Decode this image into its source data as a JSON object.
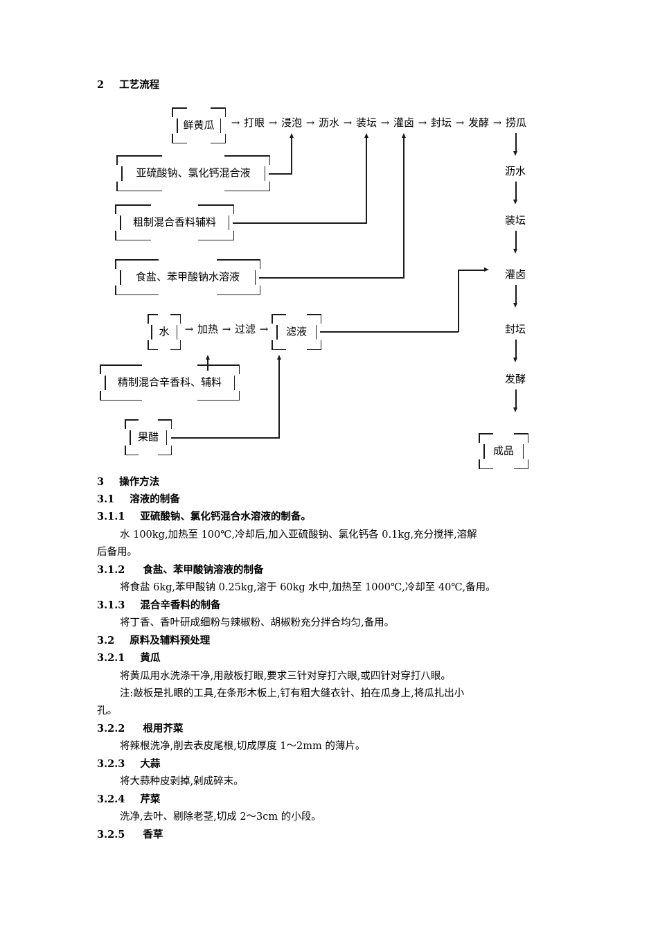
{
  "document": {
    "section2": {
      "number": "2",
      "title": "工艺流程"
    },
    "section3": {
      "number": "3",
      "title": "操作方法"
    }
  },
  "flowchart": {
    "main_line": {
      "start_box": "鲜黄瓜",
      "steps": [
        "打眼",
        "浸泡",
        "沥水",
        "装坛",
        "灌卤",
        "封坛",
        "发酵",
        "捞瓜"
      ]
    },
    "right_column": {
      "steps": [
        "沥水",
        "装坛",
        "灌卤",
        "封坛",
        "发酵"
      ],
      "end_box": "成品"
    },
    "input_boxes": [
      {
        "label": "亚硫酸钠、氯化钙混合液",
        "feeds": "浸泡"
      },
      {
        "label": "粗制混合香料辅料",
        "feeds": "装坛"
      },
      {
        "label": "食盐、苯甲酸钠水溶液",
        "feeds": "灌卤"
      },
      {
        "label": "精制混合辛香科、辅料",
        "feeds": "加热"
      },
      {
        "label": "果醋",
        "feeds": "滤液"
      }
    ],
    "brine_line": {
      "start_box": "水",
      "steps": [
        "加热",
        "过滤"
      ],
      "end_box": "滤液"
    },
    "arrow_glyph": "→"
  },
  "body": {
    "s3_1": {
      "num": "3.1",
      "title": "溶液的制备"
    },
    "s3_1_1": {
      "num": "3.1.1",
      "title": "亚硫酸钠、氯化钙混合水溶液的制备。",
      "line1": "水 100kg,加热至 100℃,冷却后,加入亚硫酸钠、氯化钙各 0.1kg,充分搅拌,溶解",
      "line2": "后备用。"
    },
    "s3_1_2": {
      "num": "3.1.2",
      "title": "食盐、苯甲酸钠溶液的制备",
      "line1": "将食盐 6kg,苯甲酸钠 0.25kg,溶于 60kg 水中,加热至 1000℃,冷却至 40℃,备用。"
    },
    "s3_1_3": {
      "num": "3.1.3",
      "title": "混合辛香料的制备",
      "line1": "将丁香、香叶研成细粉与辣椒粉、胡椒粉充分拌合均匀,备用。"
    },
    "s3_2": {
      "num": "3.2",
      "title": "原料及辅料预处理"
    },
    "s3_2_1": {
      "num": "3.2.1",
      "title": "黄瓜",
      "line1": "将黄瓜用水洗涤干净,用敲板打眼,要求三针对穿打六眼,或四针对穿打八眼。",
      "line2": "注:敲板是扎眼的工具,在条形木板上,钉有粗大缝衣针、拍在瓜身上,将瓜扎出小",
      "line3": "孔。"
    },
    "s3_2_2": {
      "num": "3.2.2",
      "title": "根用芥菜",
      "line1": "将辣根洗净,削去表皮尾根,切成厚度 1～2mm 的薄片。"
    },
    "s3_2_3": {
      "num": "3.2.3",
      "title": "大蒜",
      "line1": "将大蒜种皮剥掉,剁成碎末。"
    },
    "s3_2_4": {
      "num": "3.2.4",
      "title": "芹菜",
      "line1": "洗净,去叶、剔除老茎,切成 2～3cm 的小段。"
    },
    "s3_2_5": {
      "num": "3.2.5",
      "title": "香草"
    }
  }
}
